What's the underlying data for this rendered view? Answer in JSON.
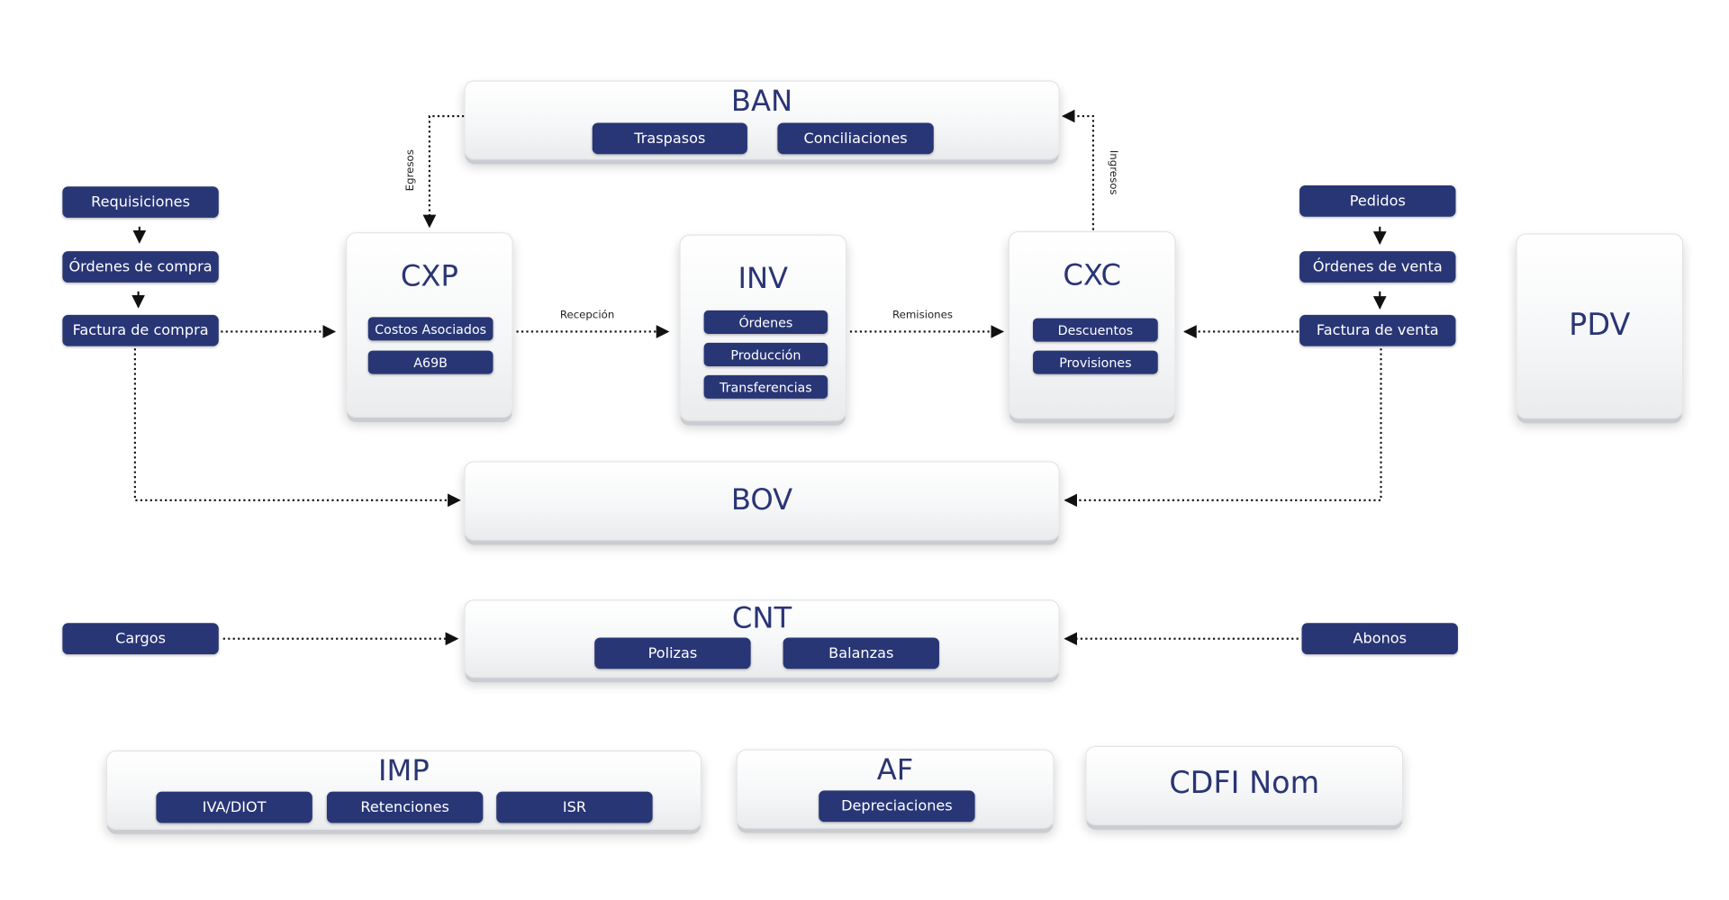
{
  "modules": {
    "ban": {
      "title": "BAN",
      "items": [
        "Traspasos",
        "Conciliaciones"
      ]
    },
    "cxp": {
      "title": "CXP",
      "items": [
        "Costos Asociados",
        "A69B"
      ]
    },
    "inv": {
      "title": "INV",
      "items": [
        "Órdenes",
        "Producción",
        "Transferencias"
      ]
    },
    "cxc": {
      "title": "CXC",
      "items": [
        "Descuentos",
        "Provisiones"
      ]
    },
    "pdv": {
      "title": "PDV"
    },
    "bov": {
      "title": "BOV"
    },
    "cnt": {
      "title": "CNT",
      "items": [
        "Polizas",
        "Balanzas"
      ]
    },
    "imp": {
      "title": "IMP",
      "items": [
        "IVA/DIOT",
        "Retenciones",
        "ISR"
      ]
    },
    "af": {
      "title": "AF",
      "items": [
        "Depreciaciones"
      ]
    },
    "cdfi": {
      "title": "CDFI Nom"
    }
  },
  "purchases": [
    "Requisiciones",
    "Órdenes de compra",
    "Factura de compra"
  ],
  "sales": [
    "Pedidos",
    "Órdenes de venta",
    "Factura de venta"
  ],
  "cargos": "Cargos",
  "abonos": "Abonos",
  "flows": {
    "egresos": "Egresos",
    "ingresos": "Ingresos",
    "recepcion": "Recepción",
    "remisiones": "Remisiones"
  }
}
